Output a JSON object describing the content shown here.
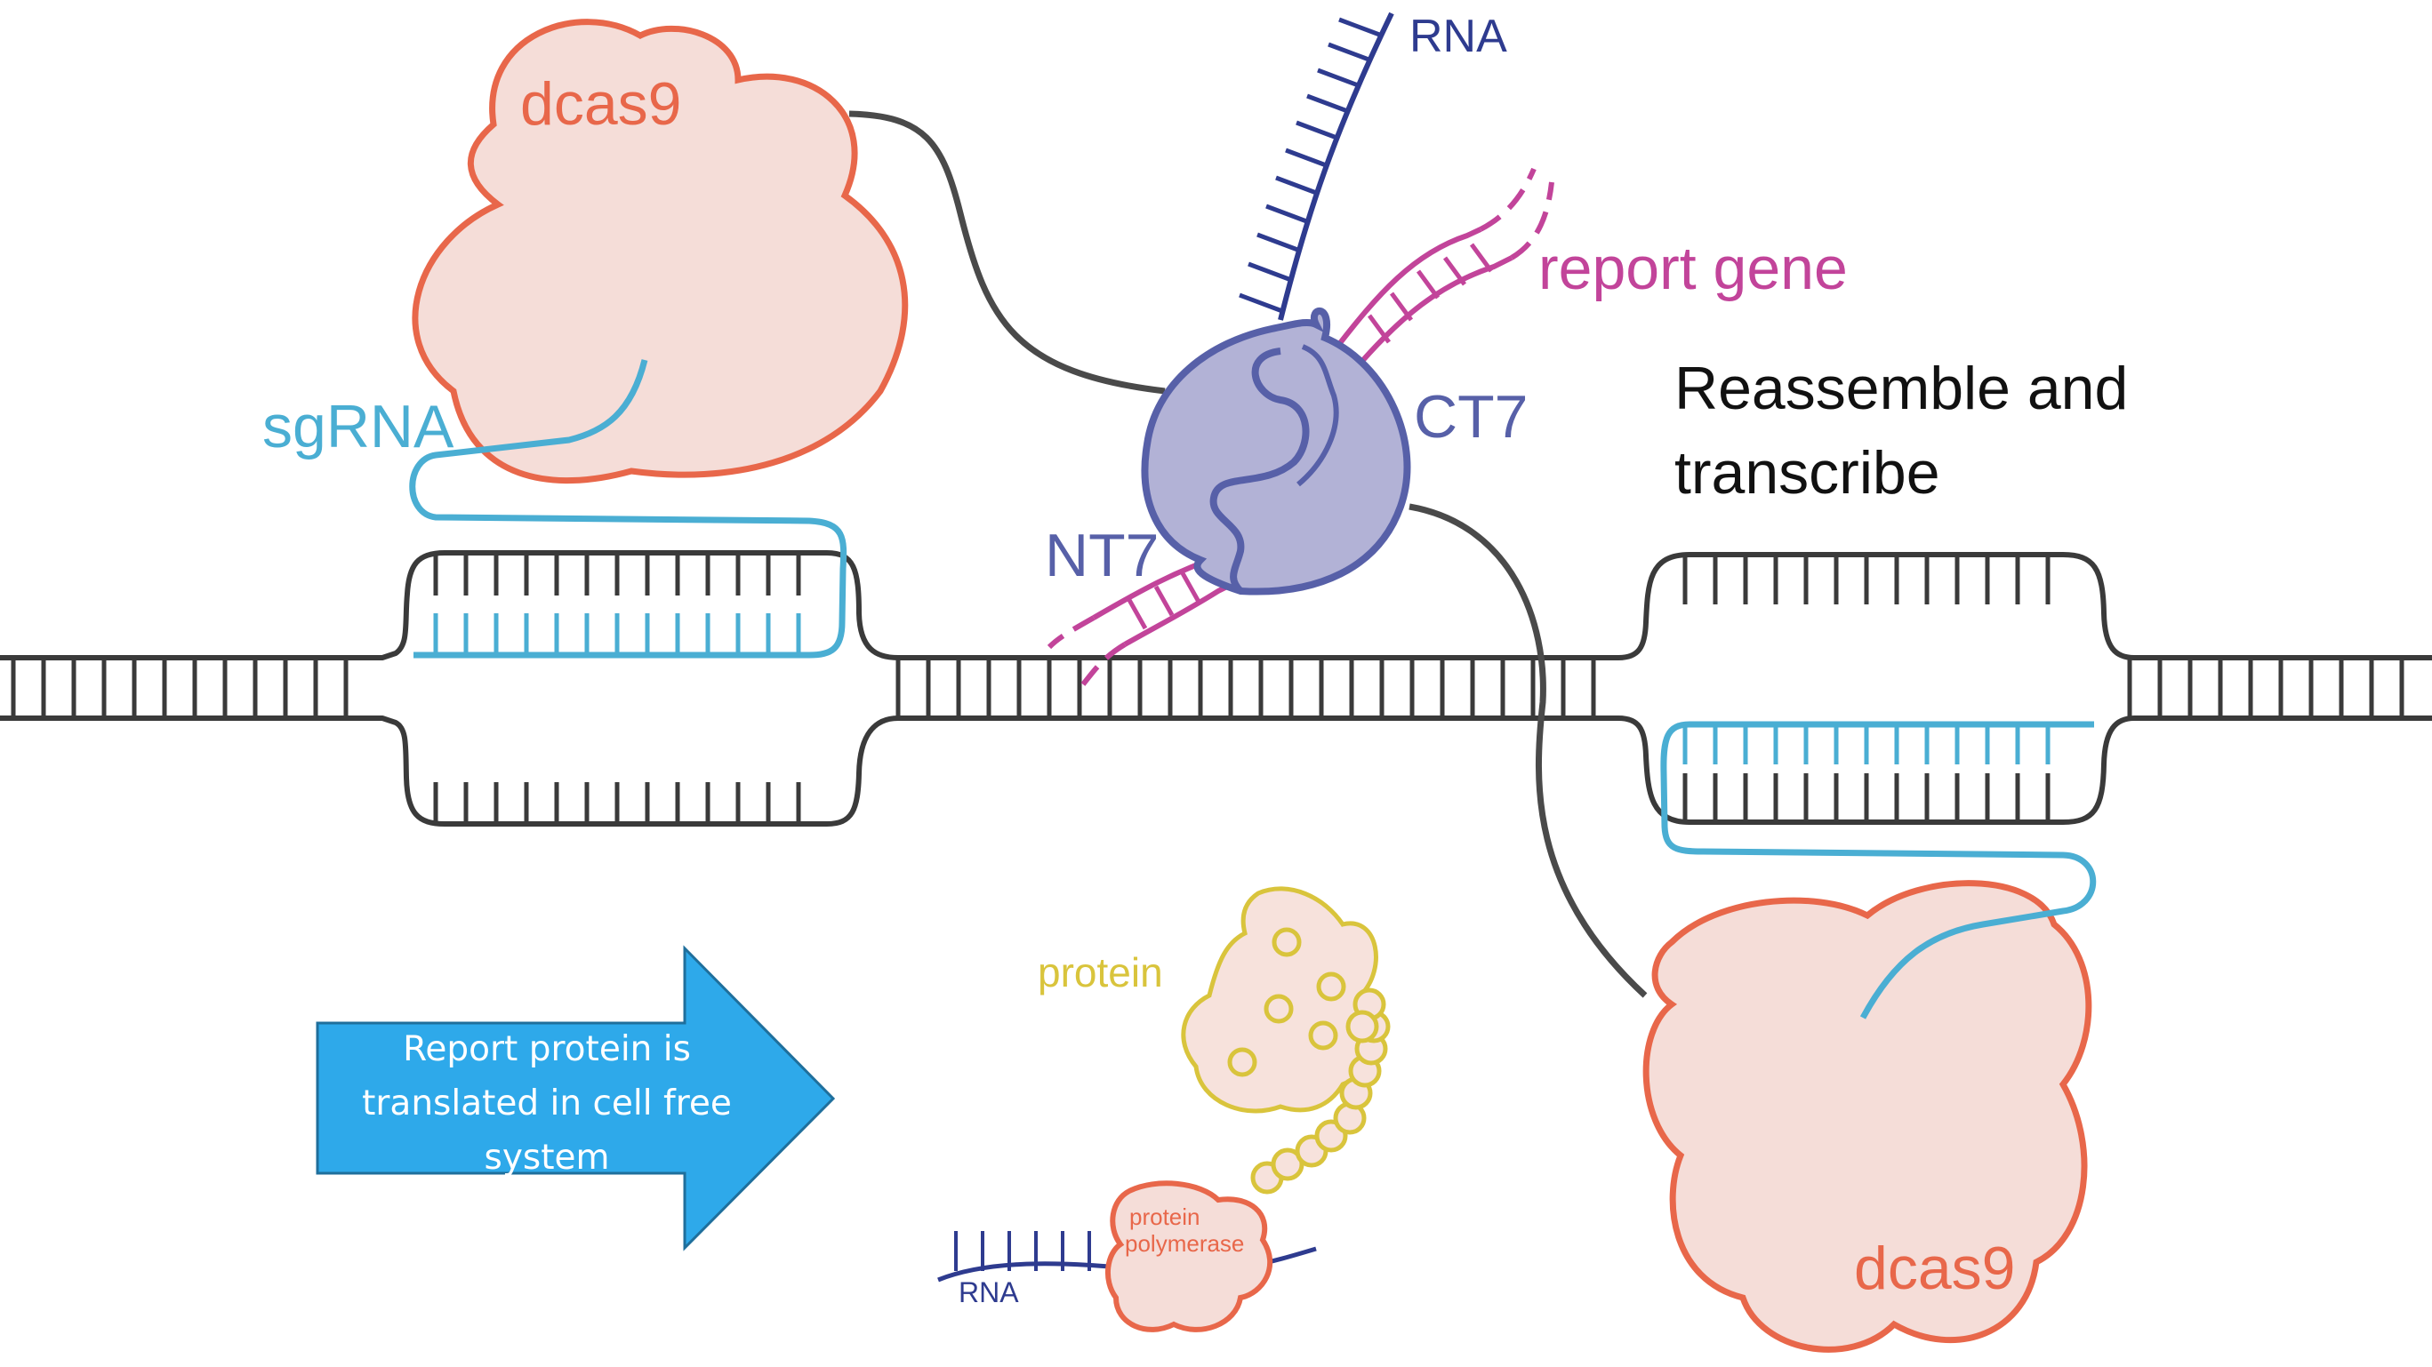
{
  "labels": {
    "dcas9_top": "dcas9",
    "dcas9_bottom": "dcas9",
    "sgrna": "sgRNA",
    "rna_top": "RNA",
    "report_gene": "report gene",
    "ct7": "CT7",
    "nt7": "NT7",
    "reassemble_line1": "Reassemble and",
    "reassemble_line2": "transcribe",
    "protein": "protein",
    "protein_polymerase_line1": "protein",
    "protein_polymerase_line2": "polymerase",
    "rna_bottom": "RNA"
  },
  "arrow": {
    "text": "Report protein is translated in cell free system"
  },
  "colors": {
    "dna": "#3a3a3a",
    "dcas9_outline": "#e8674a",
    "dcas9_fill": "#f5ddd8",
    "dcas9_text": "#e8674a",
    "sgrna": "#4aaed3",
    "rna": "#2e3b8f",
    "report_gene": "#c2449a",
    "t7_outline": "#5760a8",
    "t7_fill": "#b2b2d6",
    "t7_text": "#5760a8",
    "protein": "#d9c43c",
    "arrow_fill": "#2ea9ea",
    "arrow_stroke": "#1f6f9c"
  }
}
